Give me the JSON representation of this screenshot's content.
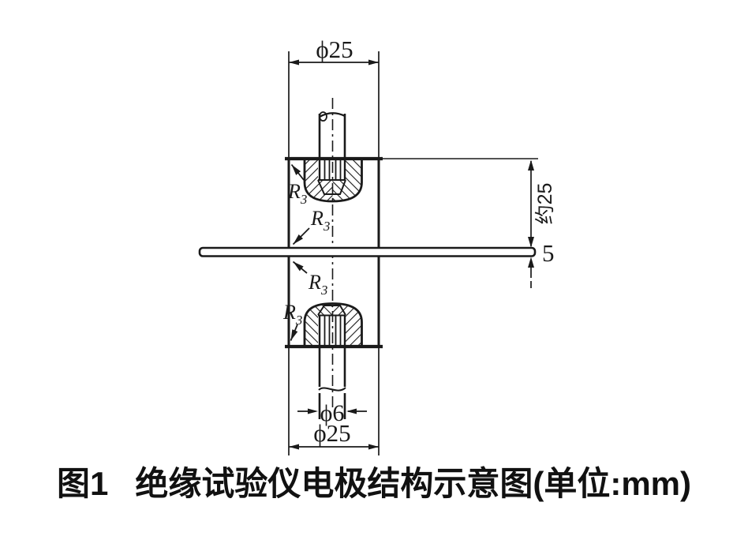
{
  "page": {
    "background": "#ffffff",
    "ink": "#1a1a1a"
  },
  "caption": {
    "figure_no": "图1",
    "title": "绝缘试验仪电极结构示意图(单位:mm)"
  },
  "dimensions": {
    "top_diameter": "ϕ25",
    "bottom_diameter": "ϕ25",
    "stem_diameter": "ϕ6",
    "electrode_height": "约25",
    "plate_thickness": "5"
  },
  "radius": {
    "symbol": "R",
    "subscript": "3"
  }
}
